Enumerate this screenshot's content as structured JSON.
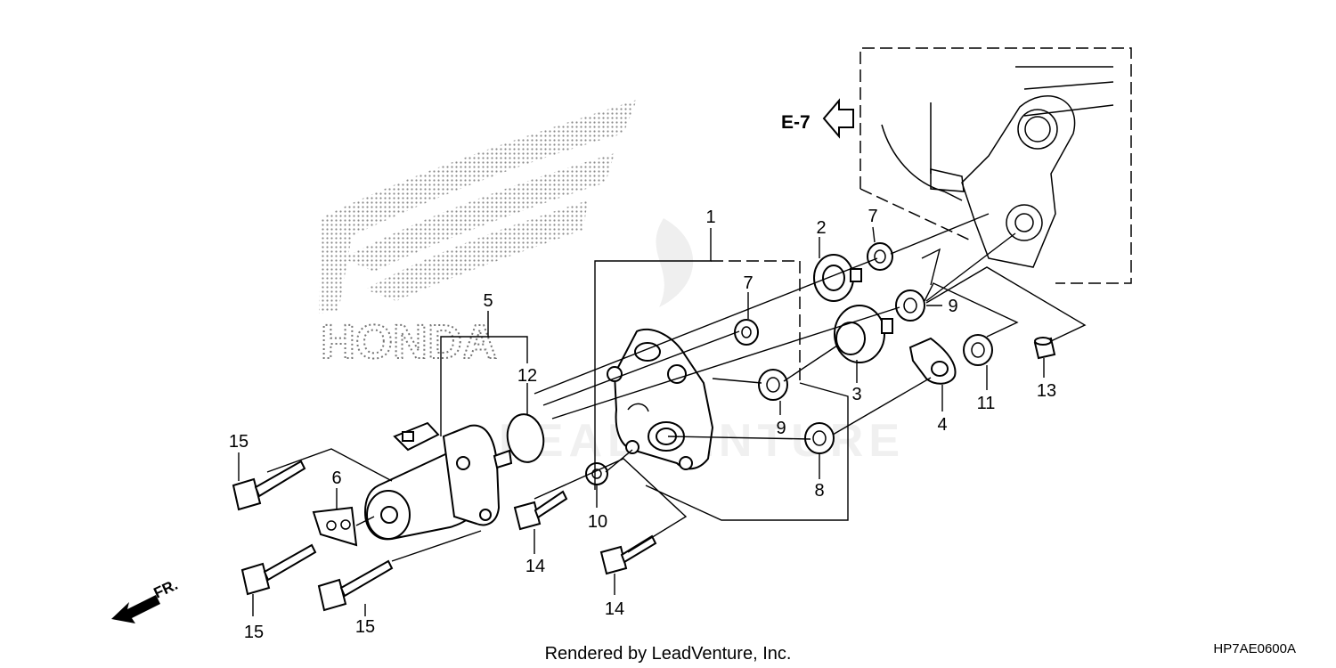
{
  "diagram": {
    "reference_arrow": "E-7",
    "front_arrow": "FR.",
    "footer": "Rendered by LeadVenture, Inc.",
    "figure_code": "HP7AE0600A",
    "logo_text": "HONDA",
    "watermark_text": "LEADVENTURE"
  },
  "callouts": [
    {
      "id": "c1",
      "label": "1"
    },
    {
      "id": "c2",
      "label": "2"
    },
    {
      "id": "c3",
      "label": "3"
    },
    {
      "id": "c4",
      "label": "4"
    },
    {
      "id": "c5",
      "label": "5"
    },
    {
      "id": "c6",
      "label": "6"
    },
    {
      "id": "c7a",
      "label": "7"
    },
    {
      "id": "c7b",
      "label": "7"
    },
    {
      "id": "c8",
      "label": "8"
    },
    {
      "id": "c9a",
      "label": "9"
    },
    {
      "id": "c9b",
      "label": "9"
    },
    {
      "id": "c10",
      "label": "10"
    },
    {
      "id": "c11",
      "label": "11"
    },
    {
      "id": "c12",
      "label": "12"
    },
    {
      "id": "c13",
      "label": "13"
    },
    {
      "id": "c14a",
      "label": "14"
    },
    {
      "id": "c14b",
      "label": "14"
    },
    {
      "id": "c15a",
      "label": "15"
    },
    {
      "id": "c15b",
      "label": "15"
    },
    {
      "id": "c15c",
      "label": "15"
    }
  ]
}
